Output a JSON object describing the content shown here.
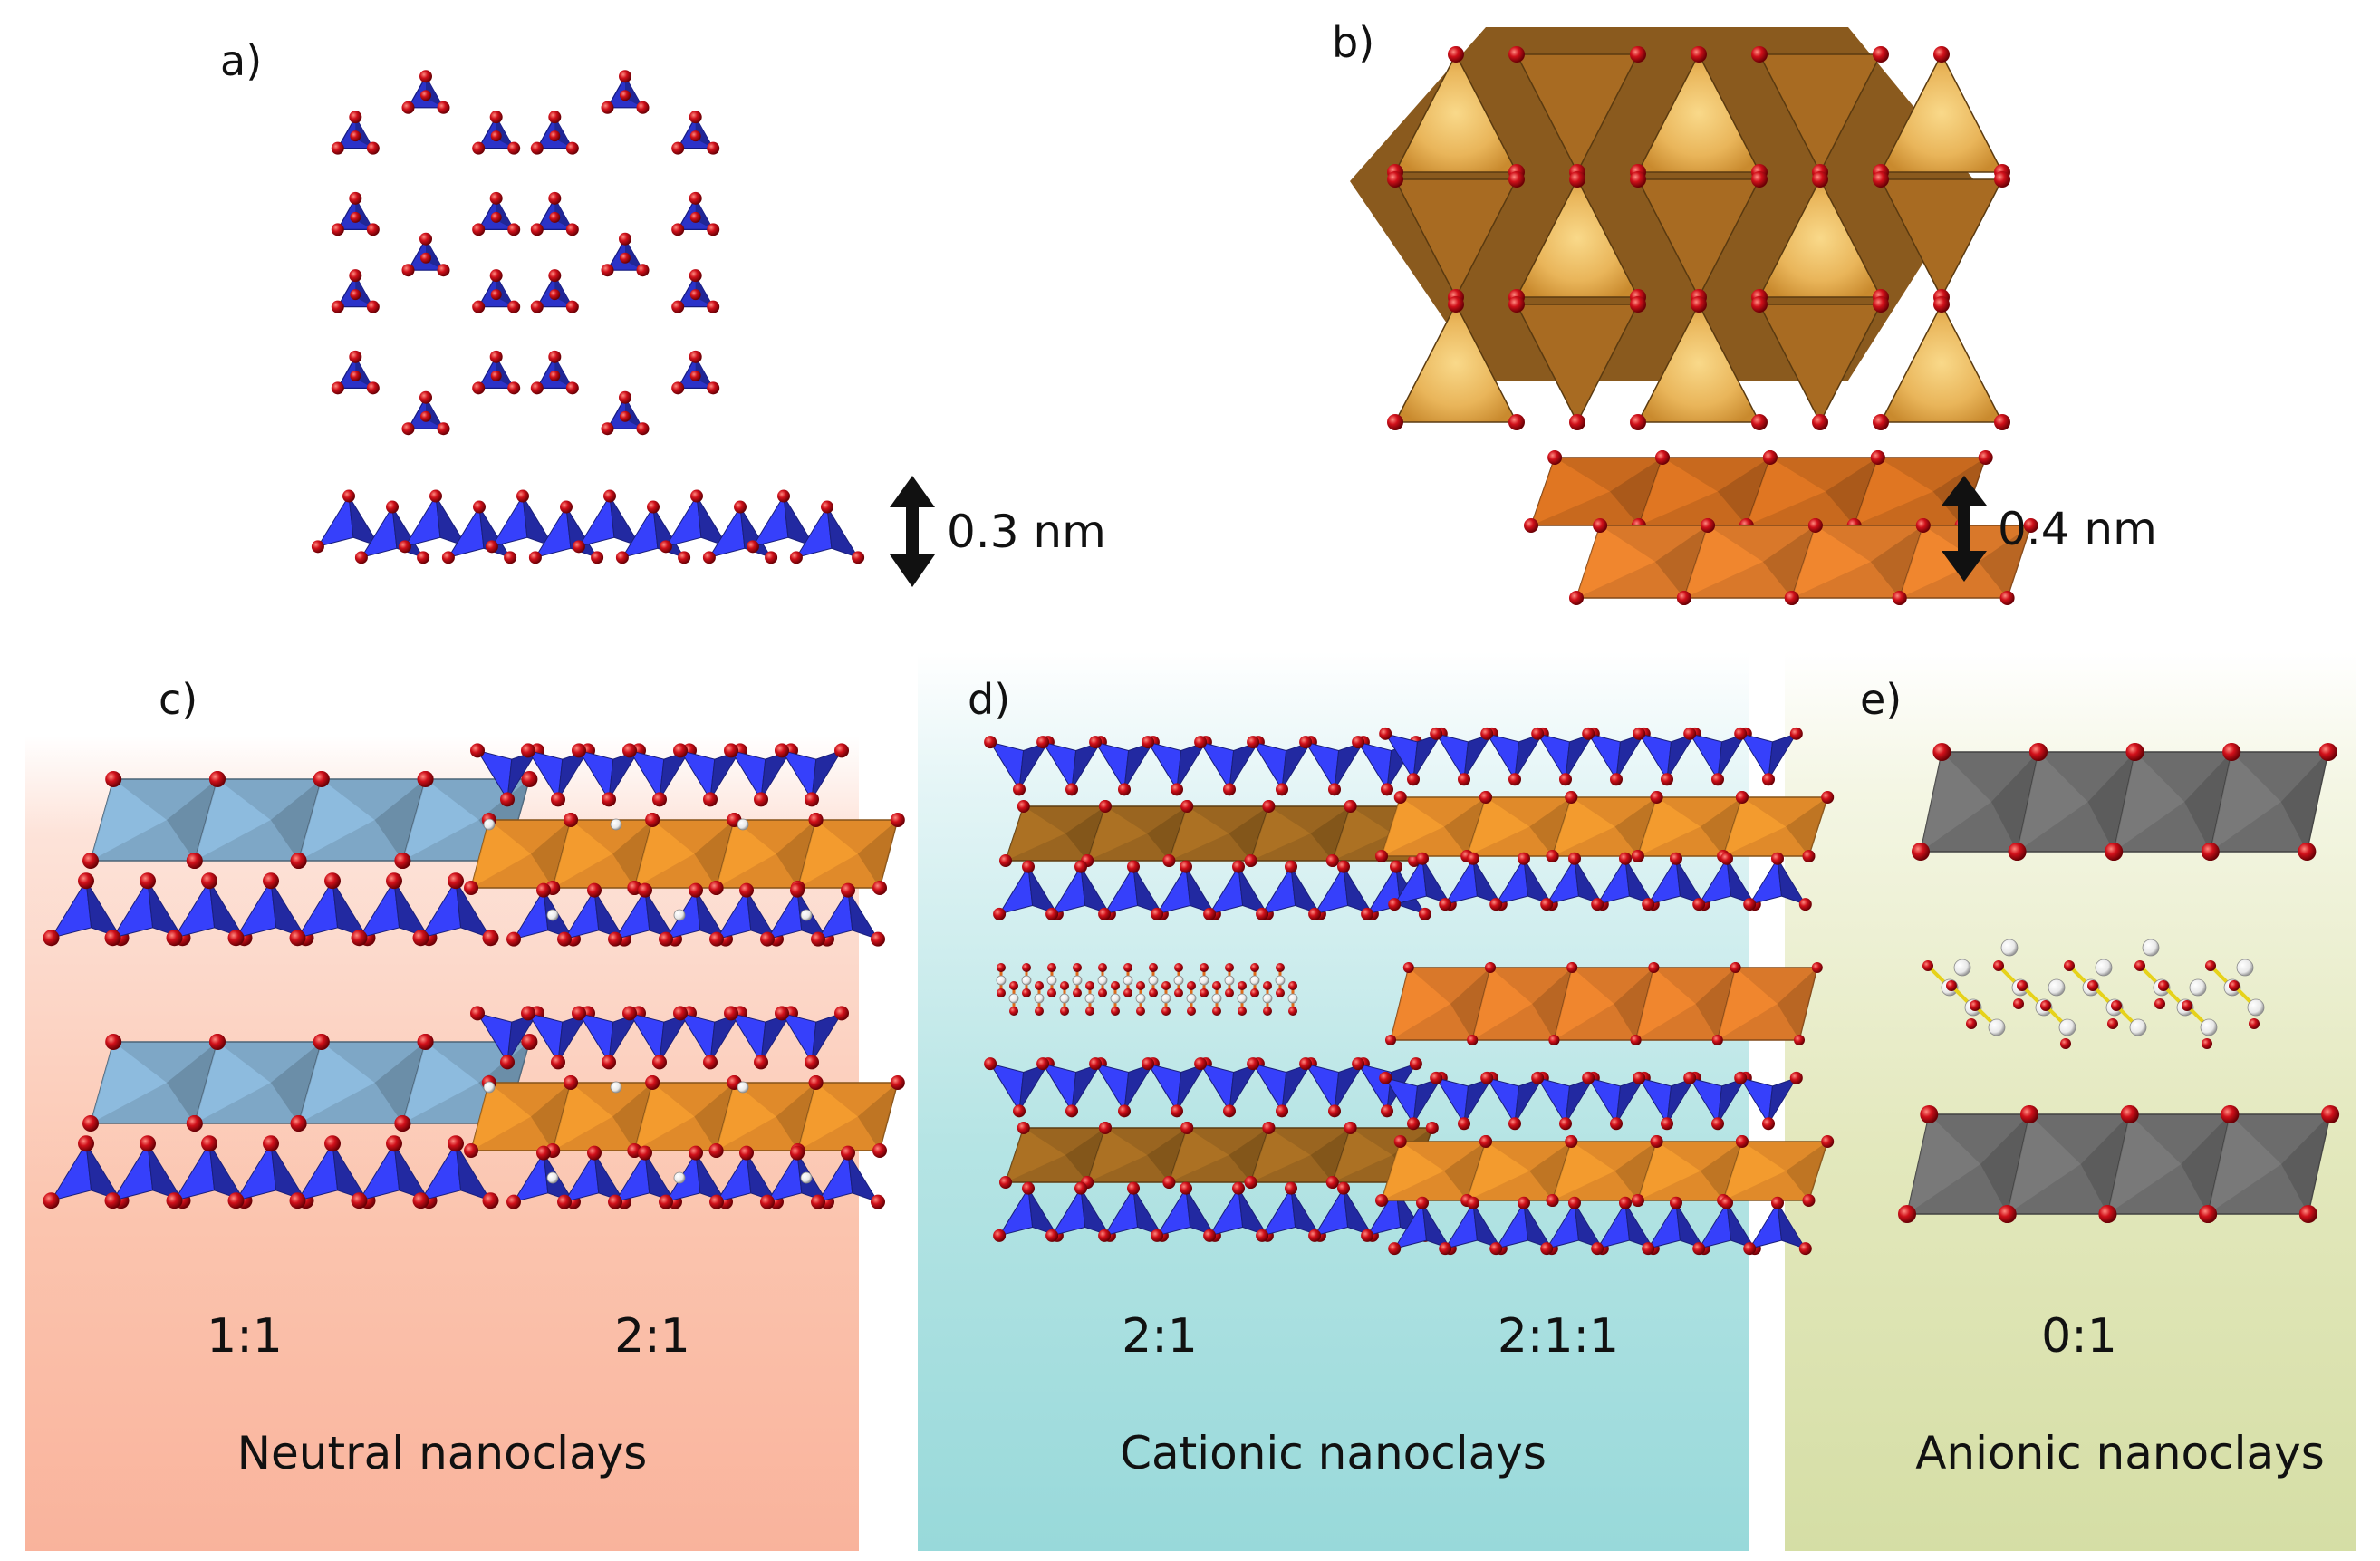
{
  "panels": {
    "a": {
      "label": "a)",
      "thickness": "0.3 nm"
    },
    "b": {
      "label": "b)",
      "thickness": "0.4 nm"
    },
    "c": {
      "label": "c)",
      "ratios": [
        "1:1",
        "2:1"
      ],
      "caption": "Neutral nanoclays"
    },
    "d": {
      "label": "d)",
      "ratios": [
        "2:1",
        "2:1:1"
      ],
      "caption": "Cationic nanoclays"
    },
    "e": {
      "label": "e)",
      "ratios": [
        "0:1"
      ],
      "caption": "Anionic nanoclays"
    }
  },
  "colors": {
    "tetrahedron": "#2b33c9",
    "oxygen": "#d0101a",
    "octahedron_orange": "#e08a2a",
    "octahedron_brown": "#9a6520",
    "octahedron_blue": "#7ea7c6",
    "octahedron_gray": "#6c6c6c",
    "hydrogen": "#ffffff",
    "neutral_bg": "#f9b39c",
    "cationic_bg": "#98d9da",
    "anionic_bg": "#d5dea5"
  }
}
